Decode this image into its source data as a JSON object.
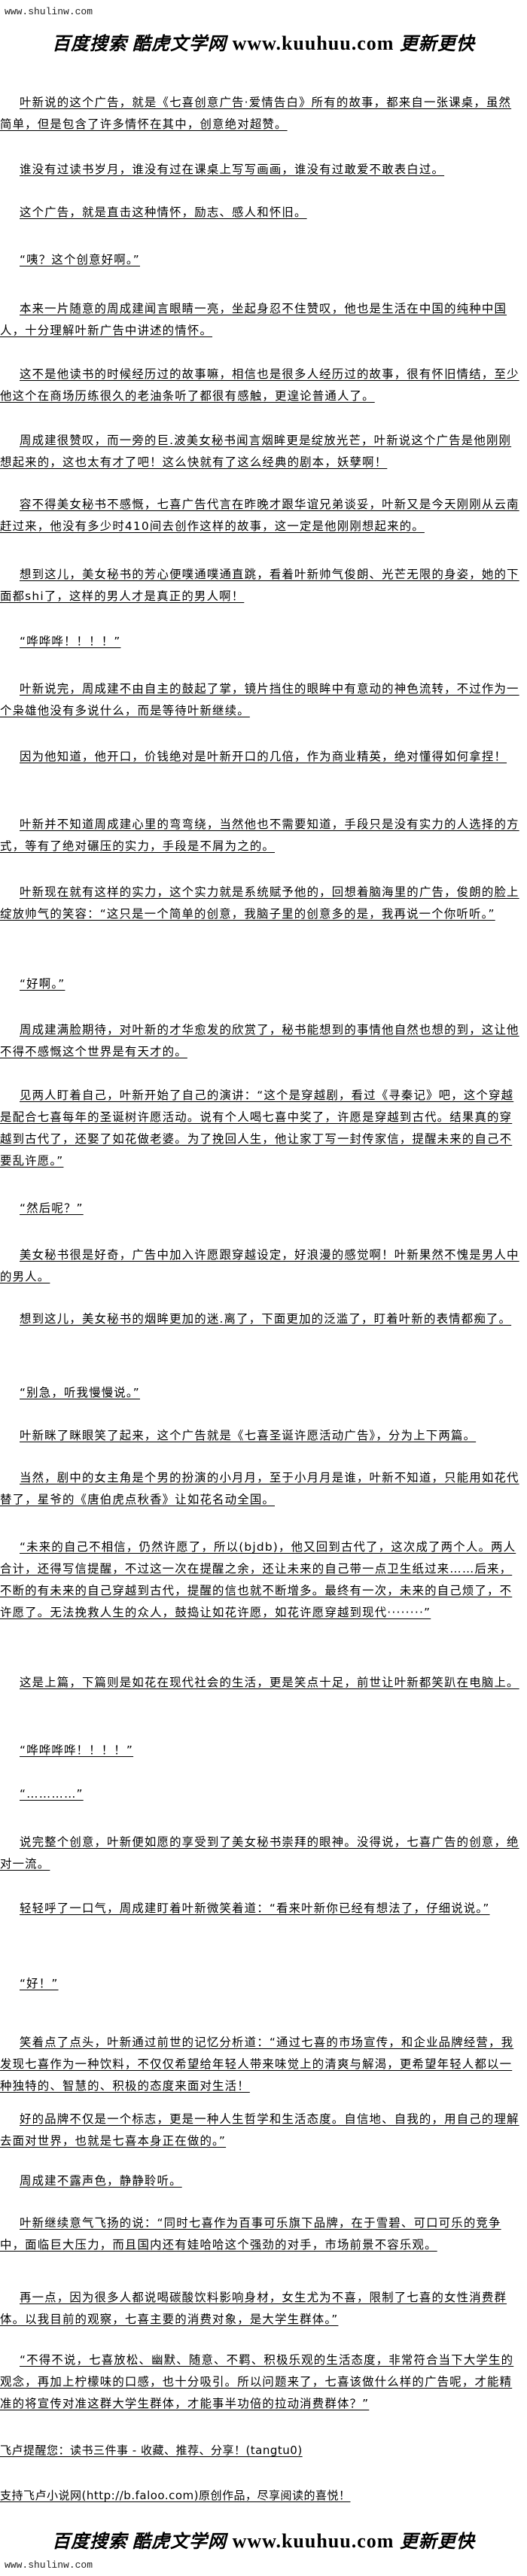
{
  "header": {
    "site": "www.shulinw.com",
    "banner_cn": "百度搜索 酷虎文学网",
    "banner_url": "www.kuuhuu.com",
    "banner_tail": "更新更快"
  },
  "paragraphs": [
    "叶新说的这个广告，就是《七喜创意广告·爱情告白》所有的故事，都来自一张课桌，虽然简单，但是包含了许多情怀在其中，创意绝对超赞。",
    "谁没有过读书岁月，谁没有过在课桌上写写画画，谁没有过敢爱不敢表白过。",
    "这个广告，就是直击这种情怀，励志、感人和怀旧。",
    "“咦？这个创意好啊。”",
    "本来一片随意的周成建闻言眼睛一亮，坐起身忍不住赞叹，他也是生活在中国的纯种中国人，十分理解叶新广告中讲述的情怀。",
    "这不是他读书的时候经历过的故事嘛，相信也是很多人经历过的故事，很有怀旧情结，至少他这个在商场历练很久的老油条听了都很有感触，更遑论普通人了。",
    "周成建很赞叹，而一旁的巨.波美女秘书闻言烟眸更是绽放光芒，叶新说这个广告是他刚刚想起来的，这也太有才了吧！这么快就有了这么经典的剧本，妖孽啊！",
    "容不得美女秘书不感慨，七喜广告代言在昨晚才跟华谊兄弟谈妥，叶新又是今天刚刚从云南赶过来，他没有多少时410间去创作这样的故事，这一定是他刚刚想起来的。",
    "想到这儿，美女秘书的芳心便噗通噗通直跳，看着叶新帅气俊朗、光芒无限的身姿，她的下面都shi了，这样的男人才是真正的男人啊！",
    "“哗哗哗！！！！”",
    "叶新说完，周成建不由自主的鼓起了掌，镜片挡住的眼眸中有意动的神色流转，不过作为一个枭雄他没有多说什么，而是等待叶新继续。",
    "因为他知道，他开口，价钱绝对是叶新开口的几倍，作为商业精英，绝对懂得如何拿捏！",
    "叶新并不知道周成建心里的弯弯绕，当然他也不需要知道，手段只是没有实力的人选择的方式，等有了绝对碾压的实力，手段是不屑为之的。",
    "叶新现在就有这样的实力，这个实力就是系统赋予他的，回想着脑海里的广告，俊朗的脸上绽放帅气的笑容：“这只是一个简单的创意，我脑子里的创意多的是，我再说一个你听听。”",
    "“好啊。”",
    "周成建满脸期待，对叶新的才华愈发的欣赏了，秘书能想到的事情他自然也想的到，这让他不得不感慨这个世界是有天才的。",
    "见两人盯着自己，叶新开始了自己的演讲：“这个是穿越剧，看过《寻秦记》吧，这个穿越是配合七喜每年的圣诞树许愿活动。说有个人喝七喜中奖了，许愿是穿越到古代。结果真的穿越到古代了，还娶了如花做老婆。为了挽回人生，他让家丁写一封传家信，提醒未来的自己不要乱许愿。”",
    "“然后呢？”",
    "美女秘书很是好奇，广告中加入许愿跟穿越设定，好浪漫的感觉啊！叶新果然不愧是男人中的男人。",
    "想到这儿，美女秘书的烟眸更加的迷.离了，下面更加的泛滥了，盯着叶新的表情都痴了。",
    "“别急，听我慢慢说。”",
    "叶新眯了眯眼笑了起来，这个广告就是《七喜圣诞许愿活动广告》，分为上下两篇。",
    "当然，剧中的女主角是个男的扮演的小月月，至于小月月是谁，叶新不知道，只能用如花代替了，星爷的《唐伯虎点秋香》让如花名动全国。",
    "“未来的自己不相信，仍然许愿了，所以(bjdb)，他又回到古代了，这次成了两个人。两人合计，还得写信提醒，不过这一次在提醒之余，还让未来的自己带一点卫生纸过来……后来，不断的有未来的自己穿越到古代，提醒的信也就不断增多。最终有一次，未来的自己烦了，不许愿了。无法挽救人生的众人，鼓捣让如花许愿，如花许愿穿越到现代········”",
    "这是上篇，下篇则是如花在现代社会的生活，更是笑点十足，前世让叶新都笑趴在电脑上。",
    "“哗哗哗哗！！！！”",
    "“…………”",
    "说完整个创意，叶新便如愿的享受到了美女秘书崇拜的眼神。没得说，七喜广告的创意，绝对一流。",
    "轻轻呼了一口气，周成建盯着叶新微笑着道：“看来叶新你已经有想法了，仔细说说。”",
    "“好！”",
    "笑着点了点头，叶新通过前世的记忆分析道：“通过七喜的市场宣传，和企业品牌经营，我发现七喜作为一种饮料，不仅仅希望给年轻人带来味觉上的清爽与解渴，更希望年轻人都以一种独特的、智慧的、积极的态度来面对生活！",
    "好的品牌不仅是一个标志，更是一种人生哲学和生活态度。自信地、自我的，用自己的理解去面对世界，也就是七喜本身正在做的。”",
    "周成建不露声色，静静聆听。",
    "叶新继续意气飞扬的说：“同时七喜作为百事可乐旗下品牌，在于雪碧、可口可乐的竞争中，面临巨大压力，而且国内还有娃哈哈这个强劲的对手，市场前景不容乐观。",
    "再一点，因为很多人都说喝碳酸饮料影响身材，女生尤为不喜，限制了七喜的女性消费群体。以我目前的观察，七喜主要的消费对象，是大学生群体。”",
    "“不得不说，七喜放松、幽默、随意、不羁、积极乐观的生活态度，非常符合当下大学生的观念，再加上柠檬味的口感，也十分吸引。所以问题来了，七喜该做什么样的广告呢，才能精准的将宣传对准这群大学生群体，才能事半功倍的拉动消费群体？”"
  ],
  "footer": {
    "reminder": "飞卢提醒您：读书三件事 - 收藏、推荐、分享！(tangtu0)",
    "support": "支持飞卢小说网(http://b.faloo.com)原创作品，尽享阅读的喜悦！"
  }
}
